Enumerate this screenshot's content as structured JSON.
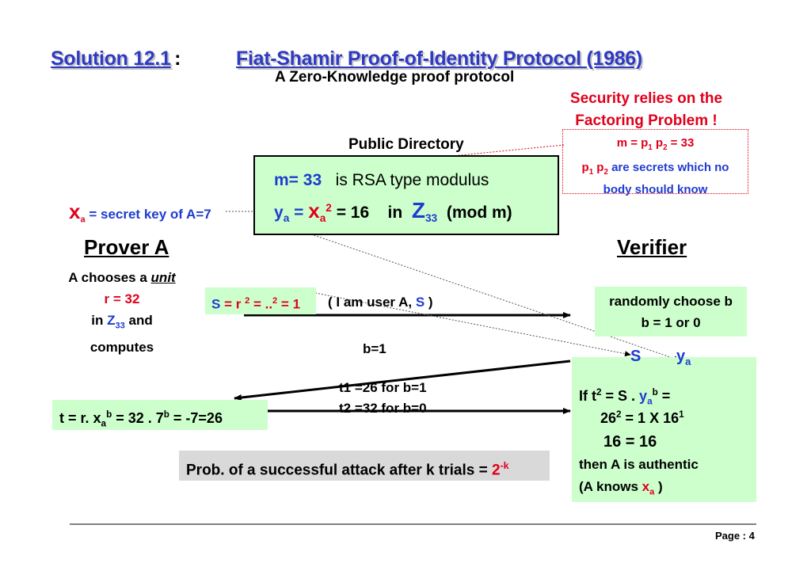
{
  "header": {
    "solution_label": "Solution 12.1",
    "colon": ":",
    "title": "Fiat-Shamir Proof-of-Identity Protocol (1986)",
    "subtitle": "A Zero-Knowledge proof protocol"
  },
  "security_note": {
    "line1": "Security relies on the",
    "line2": "Factoring Problem !"
  },
  "secret_box": {
    "m_eq": "m = p",
    "s1": "1",
    "p2": " p",
    "s2": "2",
    "eq33": " = 33",
    "p1b": "p",
    "s1b": "1",
    "p2b": " p",
    "s2b": "2",
    "are_secrets": " are secrets which no",
    "body_know": "body should know"
  },
  "public_directory": {
    "label": "Public Directory",
    "m_eq": "m= 33",
    "rsa_text": "is RSA  type modulus",
    "ya": "y",
    "ya_sub": "a",
    "eq": " = ",
    "xa": "x",
    "xa_sub": "a",
    "xa_sup": "2",
    "eq16": " = 16",
    "in": "in",
    "z": "Z",
    "z_sub": "33",
    "mod": "(mod m)"
  },
  "secret_key": {
    "x": "x",
    "x_sub": "a",
    "text": " = secret key of A=7"
  },
  "prover": {
    "heading": "Prover A",
    "line1": "A chooses a ",
    "unit": "unit",
    "r_eq": "r = 32",
    "in": "in ",
    "z": "Z",
    "z_sub": "33",
    "and": " and",
    "computes": "computes"
  },
  "verifier": {
    "heading": "Verifier",
    "choose_line1": "randomly choose b",
    "choose_line2": "b = 1 or 0"
  },
  "s_box": {
    "s": "S",
    "eq_r": " = r ",
    "sup2": "2",
    "eq_dots": " = ..",
    "sup2b": "2",
    "eq1": " = 1"
  },
  "message": {
    "open": "( I am user A, ",
    "s": "S",
    "close": " )"
  },
  "b_label": "b=1",
  "t_values": {
    "line1": "t1 =26  for b=1",
    "line2": "t2 =32 for b=0"
  },
  "t_box": {
    "pre": "t =  r. x",
    "sub_a": "a",
    "sup_b": "b",
    "mid": " = 32 . 7",
    "sup_b2": "b",
    "post": " = -7=26"
  },
  "probability": {
    "text": "Prob. of  a successful attack after k trials =  ",
    "value": "2",
    "exp": "-k"
  },
  "check_box": {
    "s_label": "S",
    "y_label": "y",
    "y_sub": "a",
    "if": "If  t",
    "sup2": "2",
    "eq_s": "  = S  .  ",
    "y": "y",
    "y_sub2": "a",
    "sup_b": "b",
    "eq": " =",
    "l2a": "26",
    "l2sup": "2",
    "l2b": " = 1 X 16",
    "l2sup2": "1",
    "l3": "16  = 16",
    "l4": "then  A is authentic",
    "l5a": "(A knows ",
    "l5x": "x",
    "l5sub": "a",
    "l5b": " )"
  },
  "footer": {
    "page": "Page :  4"
  },
  "colors": {
    "title_blue": "#2e3ac2",
    "accent_red": "#e0001b",
    "accent_blue": "#1f3ccf",
    "box_green": "#ccffcc",
    "prob_gray": "#d9d9d9"
  }
}
